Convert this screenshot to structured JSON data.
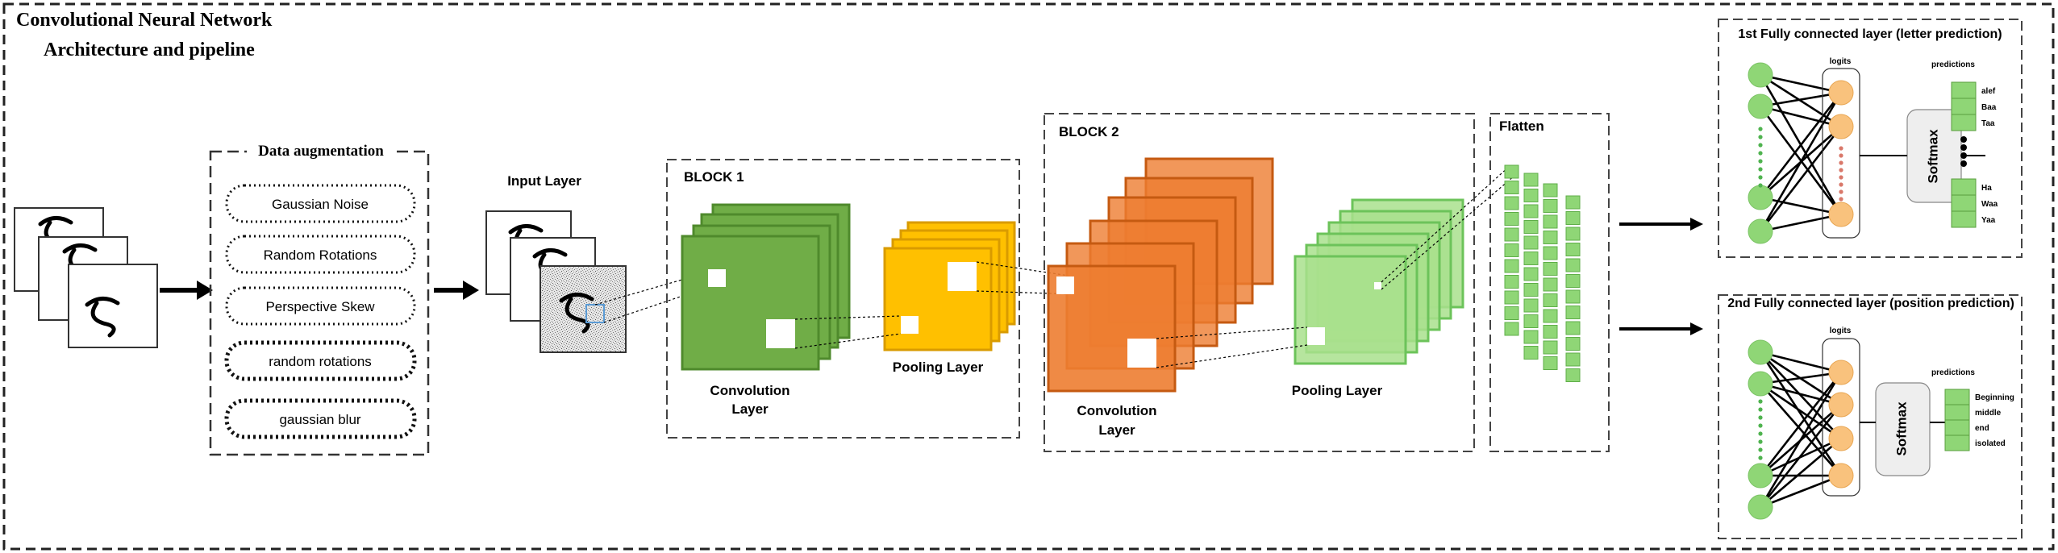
{
  "title": {
    "line1": "Convolutional Neural Network",
    "line2": "Architecture and pipeline"
  },
  "augmentation": {
    "title": "Data augmentation",
    "items": [
      "Gaussian Noise",
      "Random Rotations",
      "Perspective Skew",
      "random rotations",
      "gaussian blur"
    ]
  },
  "input_layer": {
    "label": "Input Layer"
  },
  "block1": {
    "title": "BLOCK 1",
    "conv_label_line1": "Convolution",
    "conv_label_line2": "Layer",
    "pool_label": "Pooling Layer"
  },
  "block2": {
    "title": "BLOCK 2",
    "conv_label_line1": "Convolution",
    "conv_label_line2": "Layer",
    "pool_label": "Pooling Layer"
  },
  "flatten": {
    "title": "Flatten"
  },
  "fc1": {
    "title": "1st Fully connected layer (letter prediction)",
    "logits_label": "logits",
    "predictions_label": "predictions",
    "softmax_label": "Softmax",
    "outputs_top": [
      "alef",
      "Baa",
      "Taa"
    ],
    "outputs_bottom": [
      "Ha",
      "Waa",
      "Yaa"
    ]
  },
  "fc2": {
    "title": "2nd Fully connected layer (position prediction)",
    "logits_label": "logits",
    "predictions_label": "predictions",
    "softmax_label": "Softmax",
    "outputs": [
      "Beginning",
      "middle",
      "end",
      "isolated"
    ]
  },
  "colors": {
    "conv1_green": "#70ad47",
    "pool1_yellow": "#ffc000",
    "conv2_orange": "#ed7d31",
    "pool2_lightgreen": "#a9e08d",
    "flatten_green": "#8fd676",
    "node_green": "#8fd676",
    "node_orange": "#f9c27d",
    "dots_green": "#4fb34f",
    "dots_red": "#d9786a",
    "highlight_blue": "#5b9bd5"
  },
  "icons": {
    "arrow": "right-arrow-icon",
    "glyph": "arabic-letter-sample-icon"
  }
}
